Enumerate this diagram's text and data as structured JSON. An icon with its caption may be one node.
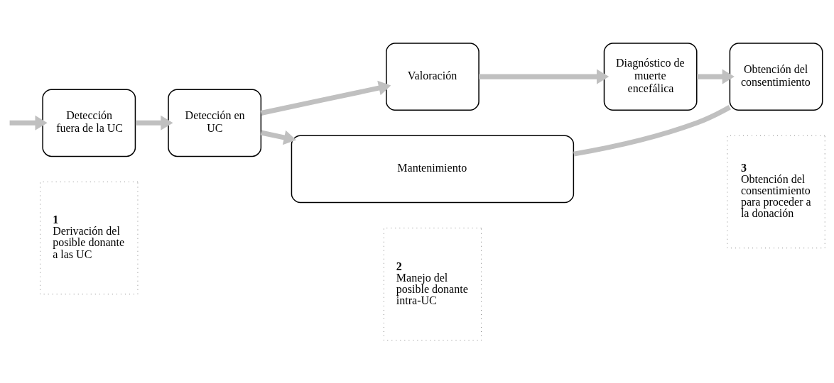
{
  "diagram": {
    "nodes": [
      {
        "text": [
          "Detección fuera de la UC"
        ]
      },
      {
        "text": [
          "Detección en UC"
        ]
      },
      {
        "text": [
          "Valoración"
        ]
      },
      {
        "text": [
          "Diagnóstico de muerte encefálica"
        ]
      },
      {
        "text": [
          "Obtención del consentimiento"
        ]
      },
      {
        "text": [
          "Mantenimiento"
        ]
      },
      {
        "text": [
          "1",
          "Derivación del posible donante a las UC"
        ]
      },
      {
        "text": [
          "2",
          "Manejo del posible donante intra-UC"
        ]
      },
      {
        "text": [
          "3",
          "Obtención del consentimiento para proceder a la donación"
        ]
      }
    ],
    "edges": [
      {
        "from": null,
        "to": 0,
        "arrow": "to"
      },
      {
        "from": 0,
        "to": 1,
        "arrow": "to"
      },
      {
        "from": 1,
        "to": 2,
        "arrow": "to"
      },
      {
        "from": 1,
        "to": 5,
        "arrow": "to"
      },
      {
        "from": 2,
        "to": 3,
        "arrow": "to"
      },
      {
        "from": 3,
        "to": 4,
        "arrow": "to"
      },
      {
        "from": 4,
        "to": 5,
        "arrow": "none"
      }
    ]
  }
}
